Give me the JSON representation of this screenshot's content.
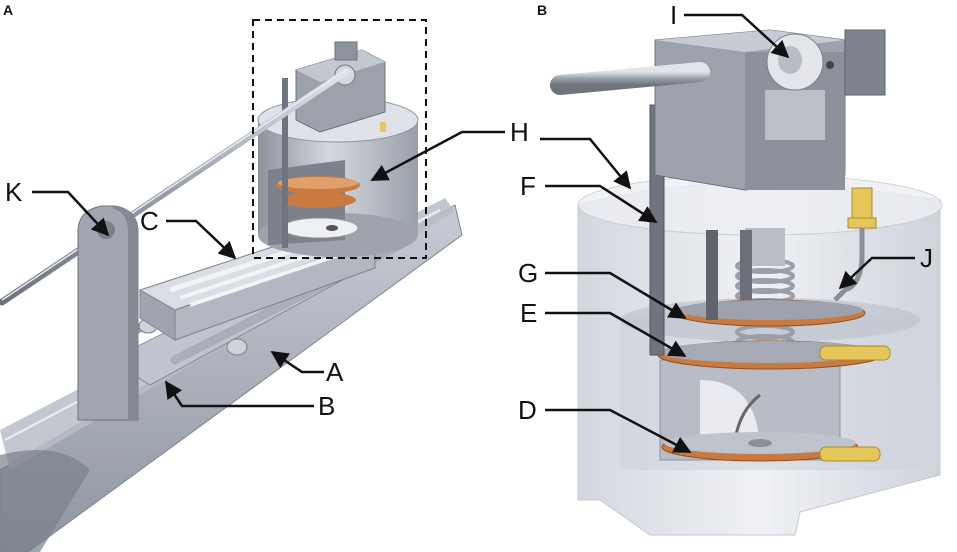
{
  "panels": {
    "a": "A",
    "b": "B"
  },
  "labels": {
    "a": "A",
    "b": "B",
    "c": "C",
    "d": "D",
    "e": "E",
    "f": "F",
    "g": "G",
    "h": "H",
    "i": "I",
    "j": "J",
    "k": "K"
  },
  "colors": {
    "metal": "#a3a8b3",
    "metal_dark": "#6f7480",
    "metal_light": "#d3d6dd",
    "copper": "#c87a40",
    "brass": "#e6c85a",
    "shell": "#dfe2ea",
    "line": "#111111"
  }
}
